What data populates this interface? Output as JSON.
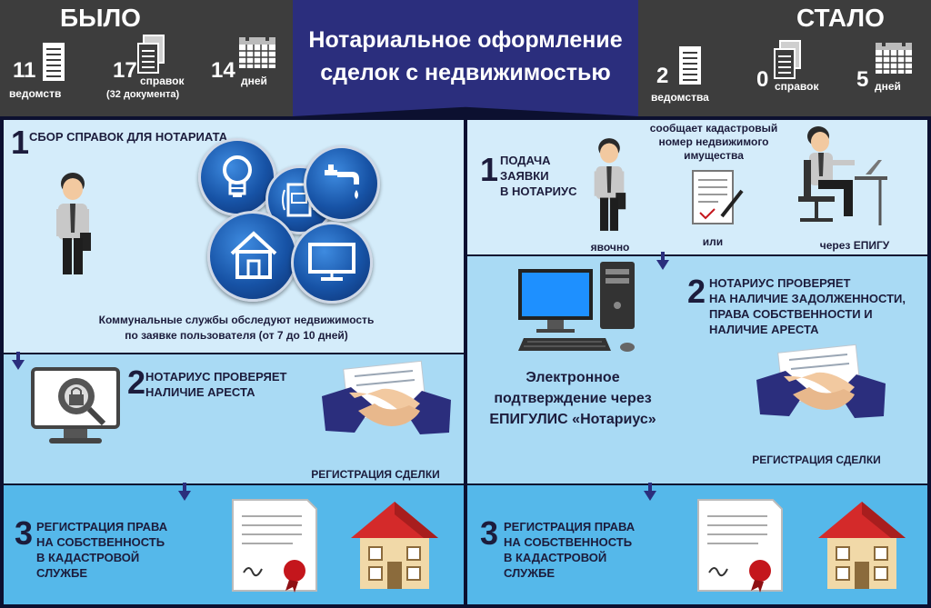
{
  "title": {
    "line1": "Нотариальное оформление",
    "line2": "сделок с недвижимостью"
  },
  "before": {
    "heading": "БЫЛО",
    "stats": [
      {
        "num": "11",
        "label": "ведомств",
        "icon": "document-icon"
      },
      {
        "num": "17",
        "label": "справок",
        "sub": "(32 документа)",
        "icon": "papers-icon"
      },
      {
        "num": "14",
        "label": "дней",
        "icon": "calendar-icon"
      }
    ],
    "step1": {
      "num": "1",
      "text": "СБОР СПРАВОК ДЛЯ НОТАРИАТА",
      "caption1": "Коммунальные службы обследуют недвижимость",
      "caption2": "по заявке пользователя (от 7 до 10 дней)"
    },
    "step2": {
      "num": "2",
      "line1": "НОТАРИУС ПРОВЕРЯЕТ",
      "line2": "НАЛИЧИЕ АРЕСТА",
      "caption": "РЕГИСТРАЦИЯ СДЕЛКИ"
    },
    "step3": {
      "num": "3",
      "line1": "РЕГИСТРАЦИЯ ПРАВА",
      "line2": "НА СОБСТВЕННОСТЬ",
      "line3": "В КАДАСТРОВОЙ",
      "line4": "СЛУЖБЕ"
    }
  },
  "after": {
    "heading": "СТАЛО",
    "stats": [
      {
        "num": "2",
        "label": "ведомства",
        "icon": "document-icon"
      },
      {
        "num": "0",
        "label": "справок",
        "icon": "papers-icon"
      },
      {
        "num": "5",
        "label": "дней",
        "icon": "calendar-icon"
      }
    ],
    "step1": {
      "num": "1",
      "line1": "ПОДАЧА",
      "line2": "ЗАЯВКИ",
      "line3": "В НОТАРИУС",
      "person_caption": "явочно",
      "or_caption": "или",
      "online_caption": "через ЕПИГУ",
      "note1": "сообщает кадастровый",
      "note2": "номер недвижимого",
      "note3": "имущества"
    },
    "step2": {
      "num": "2",
      "line1": "НОТАРИУС ПРОВЕРЯЕТ",
      "line2": "НА НАЛИЧИЕ ЗАДОЛЖЕННОСТИ,",
      "line3": "ПРАВА СОБСТВЕННОСТИ И",
      "line4": "НАЛИЧИЕ АРЕСТА",
      "caption": "РЕГИСТРАЦИЯ СДЕЛКИ",
      "elec1": "Электронное",
      "elec2": "подтверждение через",
      "elec3": "ЕПИГУЛИС «Нотариус»"
    },
    "step3": {
      "num": "3",
      "line1": "РЕГИСТРАЦИЯ ПРАВА",
      "line2": "НА СОБСТВЕННОСТЬ",
      "line3": "В КАДАСТРОВОЙ",
      "line4": "СЛУЖБЕ"
    }
  },
  "colors": {
    "header": "#3d3d3d",
    "title_bg": "#2b2e7d",
    "panel_light": "#d4ecfa",
    "panel_mid": "#a9daf4",
    "panel_dark": "#55b8ea",
    "text_dark": "#1c1c3c"
  }
}
